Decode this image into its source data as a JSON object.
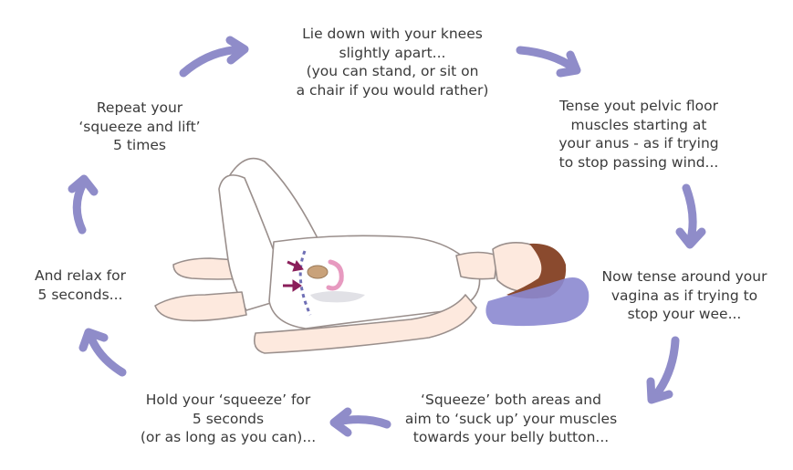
{
  "steps": [
    {
      "id": "lie-down",
      "lines": [
        "Lie down with your knees",
        "slightly apart...",
        "(you can stand, or sit on",
        "a chair if you would rather)"
      ]
    },
    {
      "id": "tense-anus",
      "lines": [
        "Tense yout pelvic floor",
        "muscles starting at",
        "your anus - as if trying",
        "to stop passing wind..."
      ]
    },
    {
      "id": "tense-vagina",
      "lines": [
        "Now tense around your",
        "vagina as if trying to",
        "stop your wee..."
      ]
    },
    {
      "id": "squeeze",
      "lines": [
        "‘Squeeze’ both areas and",
        "aim to ‘suck up’ your muscles",
        "towards your belly button..."
      ]
    },
    {
      "id": "hold",
      "lines": [
        "Hold your ‘squeeze’ for",
        "5 seconds",
        "(or as long as you can)..."
      ]
    },
    {
      "id": "relax",
      "lines": [
        "And relax for",
        "5 seconds..."
      ]
    },
    {
      "id": "repeat",
      "lines": [
        "Repeat your",
        "‘squeeze and lift’",
        "5 times"
      ]
    }
  ],
  "colors": {
    "text": "#3a3a3a",
    "arrow": "#8f8cc9",
    "skin": "#fde9de",
    "outline": "#9a8f8c",
    "hair": "#8a4a2e",
    "pillow": "#8b88d0",
    "squeeze_arrow": "#8a1f5a",
    "pelvic_dashes": "#6f6fb5"
  }
}
